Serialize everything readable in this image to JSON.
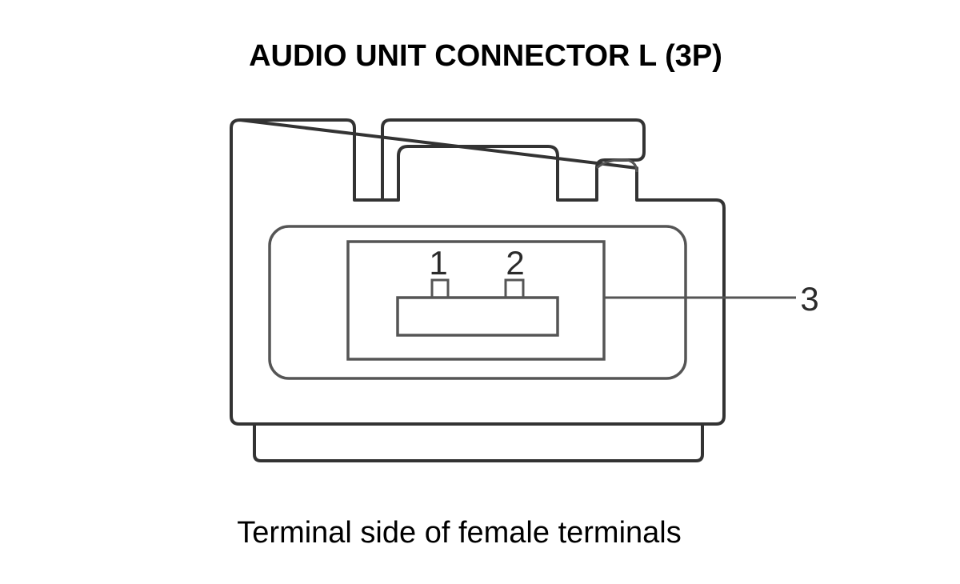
{
  "diagram": {
    "title": "AUDIO UNIT CONNECTOR L (3P)",
    "caption": "Terminal side of female terminals",
    "terminals": [
      {
        "label": "1"
      },
      {
        "label": "2"
      },
      {
        "label": "3"
      }
    ],
    "colors": {
      "line": "#333333",
      "text": "#000000",
      "background": "#ffffff"
    }
  }
}
